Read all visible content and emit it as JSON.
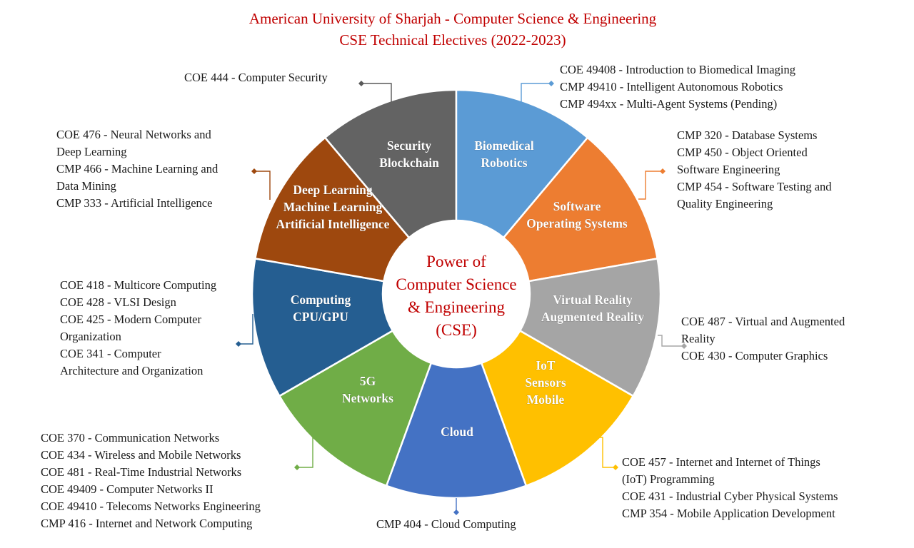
{
  "header": {
    "title_line1": "American University of Sharjah - Computer Science & Engineering",
    "title_line2": "CSE Technical Electives (2022-2023)"
  },
  "center": {
    "lines": [
      "Power of",
      "Computer Science",
      "& Engineering",
      "(CSE)"
    ]
  },
  "segments": [
    {
      "id": "security",
      "lines": [
        "Security",
        "Blockchain"
      ],
      "color": "#636363"
    },
    {
      "id": "biomedical",
      "lines": [
        "Biomedical",
        "Robotics"
      ],
      "color": "#5b9bd5"
    },
    {
      "id": "software",
      "lines": [
        "Software",
        "Operating Systems"
      ],
      "color": "#ed7d31"
    },
    {
      "id": "vr",
      "lines": [
        "Virtual Reality",
        "Augmented Reality"
      ],
      "color": "#a5a5a5"
    },
    {
      "id": "iot",
      "lines": [
        "IoT",
        "Sensors",
        "Mobile"
      ],
      "color": "#ffc000"
    },
    {
      "id": "cloud",
      "lines": [
        "Cloud"
      ],
      "color": "#4472c4"
    },
    {
      "id": "networks",
      "lines": [
        "5G",
        "Networks"
      ],
      "color": "#70ad47"
    },
    {
      "id": "computing",
      "lines": [
        "Computing",
        "CPU/GPU"
      ],
      "color": "#255e91"
    },
    {
      "id": "ai",
      "lines": [
        "Deep Learning",
        "Machine Learning",
        "Artificial Intelligence"
      ],
      "color": "#9e480e"
    }
  ],
  "courses": {
    "security": [
      "COE 444 - Computer Security"
    ],
    "biomedical": [
      "COE 49408 - Introduction to Biomedical Imaging",
      "CMP 49410 - Intelligent Autonomous Robotics",
      "CMP 494xx - Multi-Agent Systems (Pending)"
    ],
    "software": [
      "CMP 320 - Database Systems",
      "CMP 450 - Object Oriented",
      "Software Engineering",
      "CMP 454 - Software Testing and",
      "Quality Engineering"
    ],
    "vr": [
      "COE 487 - Virtual and Augmented",
      "Reality",
      "COE 430 - Computer Graphics"
    ],
    "iot": [
      "COE 457 - Internet and Internet of Things",
      "(IoT) Programming",
      "COE 431 - Industrial Cyber Physical Systems",
      "CMP 354 - Mobile Application Development"
    ],
    "cloud": [
      "CMP 404 - Cloud Computing"
    ],
    "networks": [
      "COE 370 - Communication Networks",
      "COE 434 - Wireless and Mobile Networks",
      "COE 481 - Real-Time Industrial Networks",
      "COE 49409 - Computer Networks II",
      "COE 49410 - Telecoms Networks Engineering",
      "CMP 416 - Internet and Network Computing"
    ],
    "computing": [
      "COE 418 - Multicore Computing",
      "COE 428 - VLSI Design",
      "COE 425 - Modern Computer",
      "Organization",
      "COE 341 - Computer",
      "Architecture and Organization"
    ],
    "ai": [
      "COE 476 - Neural Networks and",
      "Deep Learning",
      "CMP 466 - Machine Learning and",
      "Data Mining",
      "CMP 333 - Artificial Intelligence"
    ]
  }
}
